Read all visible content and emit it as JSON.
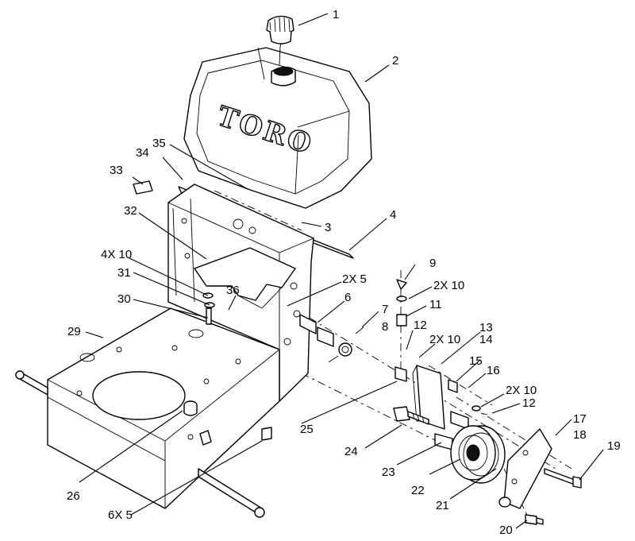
{
  "tank_logo": "TORO",
  "callouts": [
    {
      "id": "c1",
      "text": "1"
    },
    {
      "id": "c2",
      "text": "2"
    },
    {
      "id": "c3",
      "text": "3"
    },
    {
      "id": "c4",
      "text": "4"
    },
    {
      "id": "c6",
      "text": "6"
    },
    {
      "id": "c7",
      "text": "7"
    },
    {
      "id": "c8",
      "text": "8"
    },
    {
      "id": "c9",
      "text": "9"
    },
    {
      "id": "c2x10a",
      "text": "2X 10"
    },
    {
      "id": "c11",
      "text": "11"
    },
    {
      "id": "c12a",
      "text": "12"
    },
    {
      "id": "c2x10b",
      "text": "2X 10"
    },
    {
      "id": "c13",
      "text": "13"
    },
    {
      "id": "c14",
      "text": "14"
    },
    {
      "id": "c15",
      "text": "15"
    },
    {
      "id": "c16",
      "text": "16"
    },
    {
      "id": "c2x10c",
      "text": "2X 10"
    },
    {
      "id": "c12b",
      "text": "12"
    },
    {
      "id": "c17",
      "text": "17"
    },
    {
      "id": "c18",
      "text": "18"
    },
    {
      "id": "c19",
      "text": "19"
    },
    {
      "id": "c20",
      "text": "20"
    },
    {
      "id": "c21",
      "text": "21"
    },
    {
      "id": "c22",
      "text": "22"
    },
    {
      "id": "c23",
      "text": "23"
    },
    {
      "id": "c24",
      "text": "24"
    },
    {
      "id": "c25",
      "text": "25"
    },
    {
      "id": "c26",
      "text": "26"
    },
    {
      "id": "c6x5",
      "text": "6X 5"
    },
    {
      "id": "c29",
      "text": "29"
    },
    {
      "id": "c30",
      "text": "30"
    },
    {
      "id": "c31",
      "text": "31"
    },
    {
      "id": "c4x10",
      "text": "4X 10"
    },
    {
      "id": "c36",
      "text": "36"
    },
    {
      "id": "c2x5",
      "text": "2X 5"
    },
    {
      "id": "c32",
      "text": "32"
    },
    {
      "id": "c33",
      "text": "33"
    },
    {
      "id": "c34",
      "text": "34"
    },
    {
      "id": "c35",
      "text": "35"
    }
  ]
}
